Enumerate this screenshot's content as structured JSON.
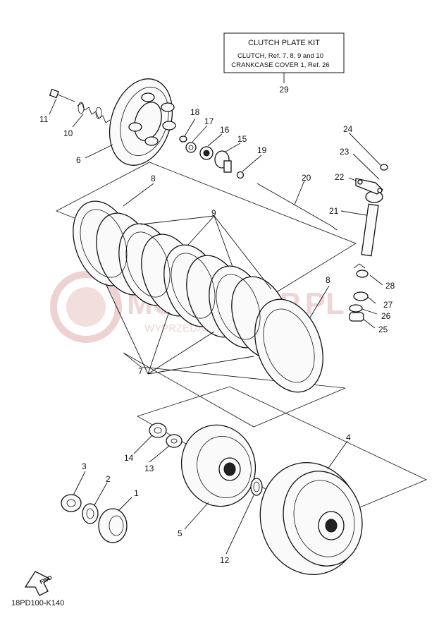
{
  "kit_box": {
    "title": "CLUTCH PLATE KIT",
    "line1": "CLUTCH, Ref. 7, 8, 9  and  10",
    "line2": "CRANKCASE COVER 1, Ref. 26",
    "ref": "29"
  },
  "callouts": {
    "n1": "1",
    "n2": "2",
    "n3": "3",
    "n4": "4",
    "n5": "5",
    "n6": "6",
    "n7": "7",
    "n8a": "8",
    "n8b": "8",
    "n9": "9",
    "n10": "10",
    "n11": "11",
    "n12": "12",
    "n13": "13",
    "n14": "14",
    "n15": "15",
    "n16": "16",
    "n17": "17",
    "n18": "18",
    "n19": "19",
    "n20": "20",
    "n21": "21",
    "n22": "22",
    "n23": "23",
    "n24": "24",
    "n25": "25",
    "n26": "26",
    "n27": "27",
    "n28": "28"
  },
  "fwd_label": "FWD",
  "diagram_code": "18PD100-K140",
  "watermark": {
    "text_main": "MOTOPLEP.PL",
    "text_sub": "WYPRZEDAŻ CZĘŚCI YAMAHA",
    "color": "#e8c4c4"
  },
  "colors": {
    "line": "#111111",
    "background": "#ffffff"
  }
}
